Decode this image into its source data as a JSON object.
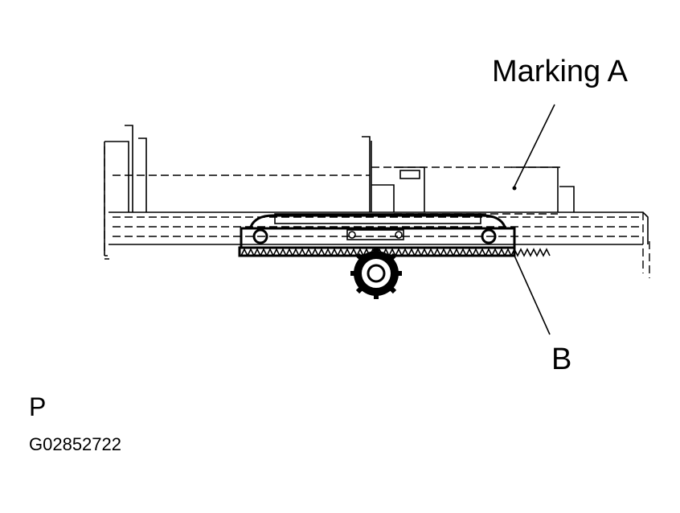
{
  "labels": {
    "marking_a": "Marking A",
    "b": "B",
    "view": "P",
    "figure_id": "G02852722"
  },
  "colors": {
    "ink": "#000000",
    "background": "#ffffff"
  }
}
